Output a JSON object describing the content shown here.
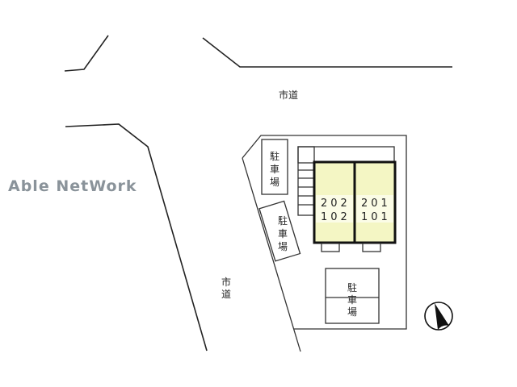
{
  "watermark": "Able NetWork",
  "roads": {
    "north_label": "市道",
    "west_label_line1": "市",
    "west_label_line2": "道"
  },
  "parking": [
    {
      "id": "parking-west-upper",
      "chars": [
        "駐",
        "車",
        "場"
      ]
    },
    {
      "id": "parking-west-lower",
      "chars": [
        "駐",
        "車",
        "場"
      ]
    },
    {
      "id": "parking-south",
      "chars": [
        "駐",
        "車",
        "場"
      ]
    }
  ],
  "units": [
    {
      "upper": "202",
      "lower": "102"
    },
    {
      "upper": "201",
      "lower": "101"
    }
  ],
  "compass": {
    "icon": "north-arrow-icon"
  },
  "colors": {
    "building_fill": "#f4f6c4",
    "watermark": "#8a939a",
    "lines": "#222222"
  }
}
